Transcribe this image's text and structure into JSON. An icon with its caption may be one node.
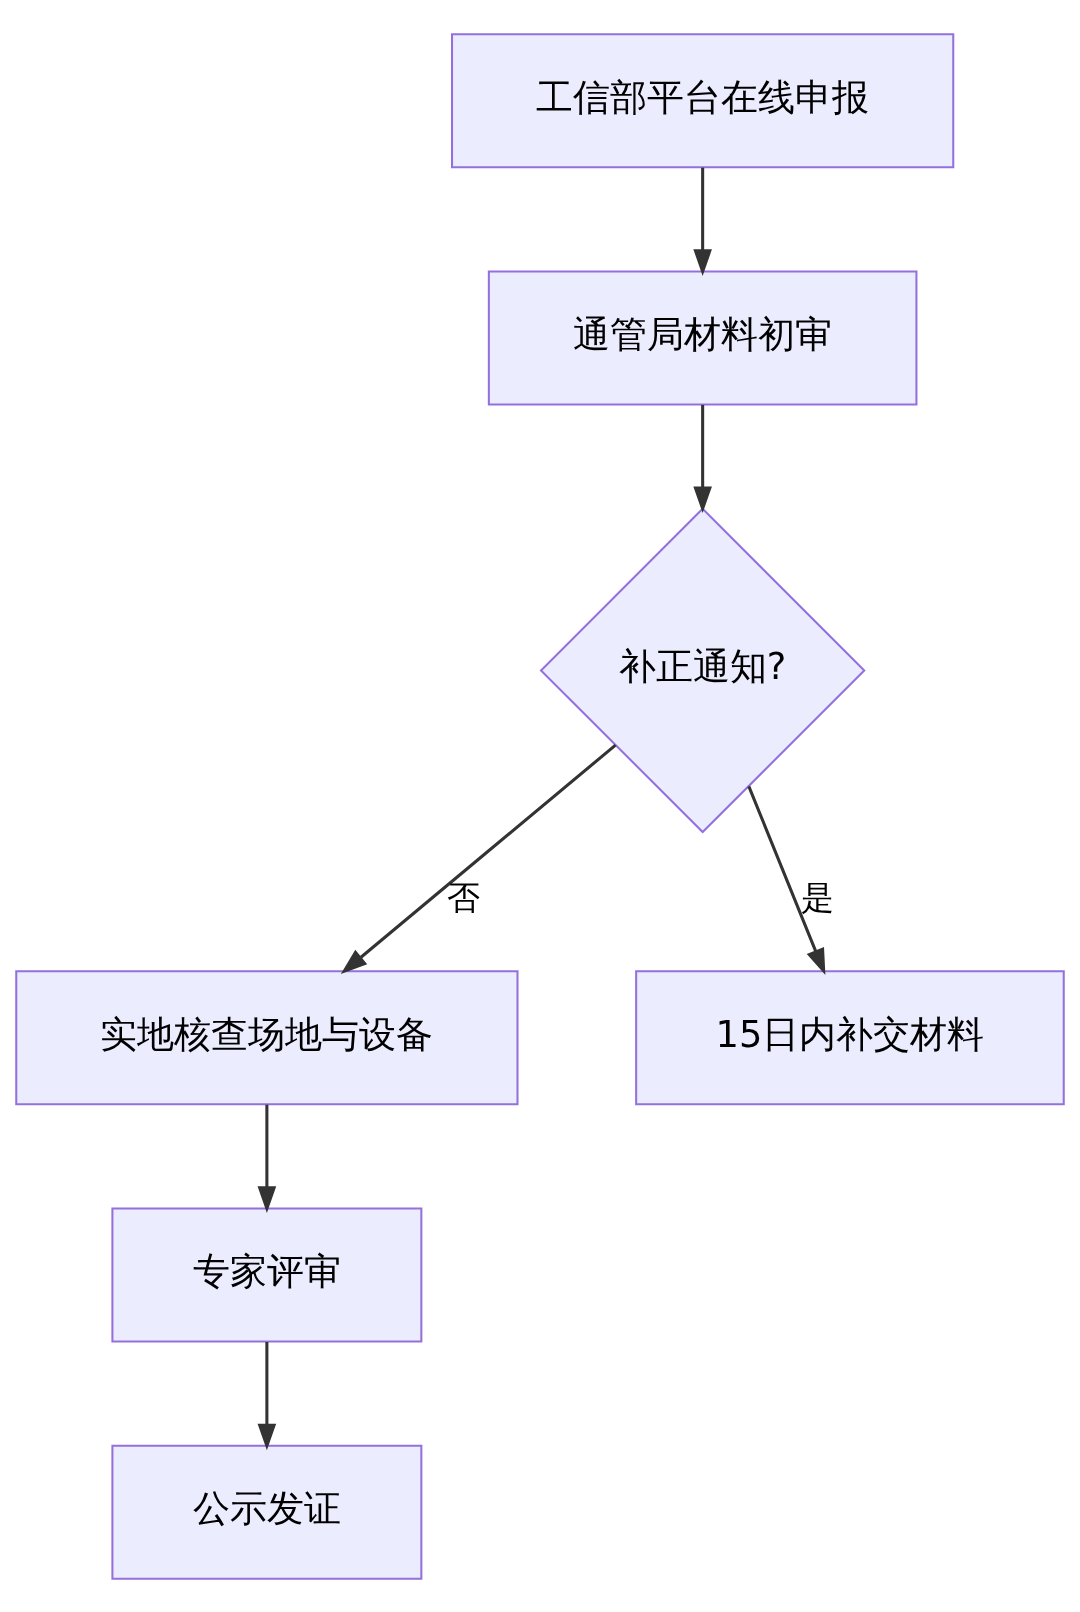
{
  "diagram": {
    "nodes": [
      {
        "text": [
          "工信部平台在线申报"
        ]
      },
      {
        "text": [
          "通管局材料初审"
        ]
      },
      {
        "text": [
          "补正通知?"
        ]
      },
      {
        "text": [
          "实地核查场地与设备"
        ]
      },
      {
        "text": [
          "15日内补交材料"
        ]
      },
      {
        "text": [
          "专家评审"
        ]
      },
      {
        "text": [
          "公示发证"
        ]
      }
    ],
    "edges": [
      {
        "from": 0,
        "to": 1,
        "arrow": "to"
      },
      {
        "from": 1,
        "to": 2,
        "arrow": "to"
      },
      {
        "from": 2,
        "to": 3,
        "arrow": "to",
        "label": "否"
      },
      {
        "from": 2,
        "to": 4,
        "arrow": "to",
        "label": "是"
      },
      {
        "from": 3,
        "to": 5,
        "arrow": "to"
      },
      {
        "from": 5,
        "to": 6,
        "arrow": "to"
      }
    ]
  }
}
